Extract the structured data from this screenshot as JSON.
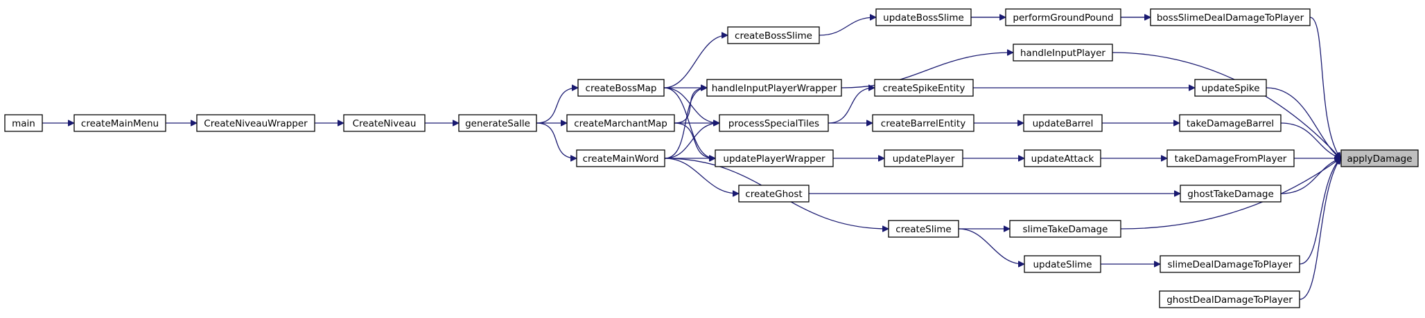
{
  "graph": {
    "colors": {
      "edge": "#191970",
      "node_fill": "#ffffff",
      "node_border": "#000000",
      "root_fill": "#bfbfbf"
    },
    "nodes": {
      "main": "main",
      "createMainMenu": "createMainMenu",
      "CreateNiveauWrapper": "CreateNiveauWrapper",
      "CreateNiveau": "CreateNiveau",
      "generateSalle": "generateSalle",
      "createBossMap": "createBossMap",
      "createMarchantMap": "createMarchantMap",
      "createMainWord": "createMainWord",
      "createBossSlime": "createBossSlime",
      "handleInputPlayerWrapper": "handleInputPlayerWrapper",
      "processSpecialTiles": "processSpecialTiles",
      "updatePlayerWrapper": "updatePlayerWrapper",
      "createGhost": "createGhost",
      "updateBossSlime": "updateBossSlime",
      "createSpikeEntity": "createSpikeEntity",
      "createBarrelEntity": "createBarrelEntity",
      "updatePlayer": "updatePlayer",
      "createSlime": "createSlime",
      "performGroundPound": "performGroundPound",
      "handleInputPlayer": "handleInputPlayer",
      "updateBarrel": "updateBarrel",
      "updateAttack": "updateAttack",
      "slimeTakeDamage": "slimeTakeDamage",
      "updateSlime": "updateSlime",
      "bossSlimeDealDamageToPlayer": "bossSlimeDealDamageToPlayer",
      "updateSpike": "updateSpike",
      "takeDamageBarrel": "takeDamageBarrel",
      "takeDamageFromPlayer": "takeDamageFromPlayer",
      "ghostTakeDamage": "ghostTakeDamage",
      "slimeDealDamageToPlayer": "slimeDealDamageToPlayer",
      "ghostDealDamageToPlayer": "ghostDealDamageToPlayer",
      "applyDamage": "applyDamage"
    },
    "edges": [
      [
        "main",
        "createMainMenu"
      ],
      [
        "createMainMenu",
        "CreateNiveauWrapper"
      ],
      [
        "CreateNiveauWrapper",
        "CreateNiveau"
      ],
      [
        "CreateNiveau",
        "generateSalle"
      ],
      [
        "generateSalle",
        "createBossMap"
      ],
      [
        "generateSalle",
        "createMarchantMap"
      ],
      [
        "generateSalle",
        "createMainWord"
      ],
      [
        "createBossMap",
        "createBossSlime"
      ],
      [
        "createBossMap",
        "handleInputPlayerWrapper"
      ],
      [
        "createBossMap",
        "processSpecialTiles"
      ],
      [
        "createBossMap",
        "updatePlayerWrapper"
      ],
      [
        "createMarchantMap",
        "handleInputPlayerWrapper"
      ],
      [
        "createMarchantMap",
        "processSpecialTiles"
      ],
      [
        "createMarchantMap",
        "updatePlayerWrapper"
      ],
      [
        "createMainWord",
        "handleInputPlayerWrapper"
      ],
      [
        "createMainWord",
        "processSpecialTiles"
      ],
      [
        "createMainWord",
        "updatePlayerWrapper"
      ],
      [
        "createMainWord",
        "createGhost"
      ],
      [
        "createMainWord",
        "createSlime"
      ],
      [
        "createBossSlime",
        "updateBossSlime"
      ],
      [
        "handleInputPlayerWrapper",
        "handleInputPlayer"
      ],
      [
        "processSpecialTiles",
        "createSpikeEntity"
      ],
      [
        "processSpecialTiles",
        "createBarrelEntity"
      ],
      [
        "updatePlayerWrapper",
        "updatePlayer"
      ],
      [
        "createGhost",
        "ghostTakeDamage"
      ],
      [
        "updateBossSlime",
        "performGroundPound"
      ],
      [
        "updateBossSlime",
        "bossSlimeDealDamageToPlayer"
      ],
      [
        "performGroundPound",
        "bossSlimeDealDamageToPlayer"
      ],
      [
        "createSpikeEntity",
        "updateSpike"
      ],
      [
        "createBarrelEntity",
        "updateBarrel"
      ],
      [
        "updatePlayer",
        "updateAttack"
      ],
      [
        "createSlime",
        "slimeTakeDamage"
      ],
      [
        "createSlime",
        "updateSlime"
      ],
      [
        "updateBarrel",
        "takeDamageBarrel"
      ],
      [
        "updateAttack",
        "takeDamageFromPlayer"
      ],
      [
        "updateSlime",
        "slimeDealDamageToPlayer"
      ],
      [
        "bossSlimeDealDamageToPlayer",
        "applyDamage"
      ],
      [
        "handleInputPlayer",
        "applyDamage"
      ],
      [
        "updateSpike",
        "applyDamage"
      ],
      [
        "takeDamageBarrel",
        "applyDamage"
      ],
      [
        "takeDamageFromPlayer",
        "applyDamage"
      ],
      [
        "ghostTakeDamage",
        "applyDamage"
      ],
      [
        "slimeTakeDamage",
        "applyDamage"
      ],
      [
        "slimeDealDamageToPlayer",
        "applyDamage"
      ],
      [
        "ghostDealDamageToPlayer",
        "applyDamage"
      ]
    ]
  }
}
